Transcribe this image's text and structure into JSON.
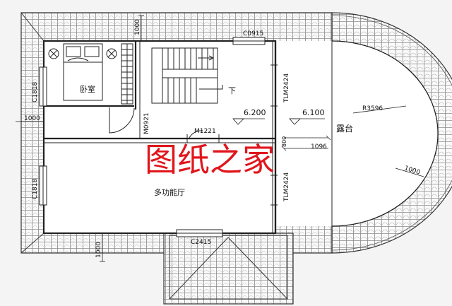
{
  "rooms": {
    "bedroom": "卧室",
    "multi_hall": "多功能厅",
    "terrace": "露台",
    "down": "下"
  },
  "elevations": {
    "stair": "6.200",
    "terrace": "6.100"
  },
  "codes": {
    "window_top": "C0915",
    "window_left_upper": "C1818",
    "window_left_lower": "C1818",
    "window_bottom": "C2415",
    "door_m0921": "M0921",
    "door_m1221": "M1221",
    "door_tlm_upper": "TLM2424",
    "door_tlm_lower": "TLM2424",
    "radius": "R3596"
  },
  "dimensions": {
    "top_1000": "1000",
    "left_1000": "1000",
    "bottom_1000": "1000",
    "right_1000": "1000",
    "gap_800": "800",
    "offset_1096": "1096"
  },
  "watermark": "图纸之家"
}
